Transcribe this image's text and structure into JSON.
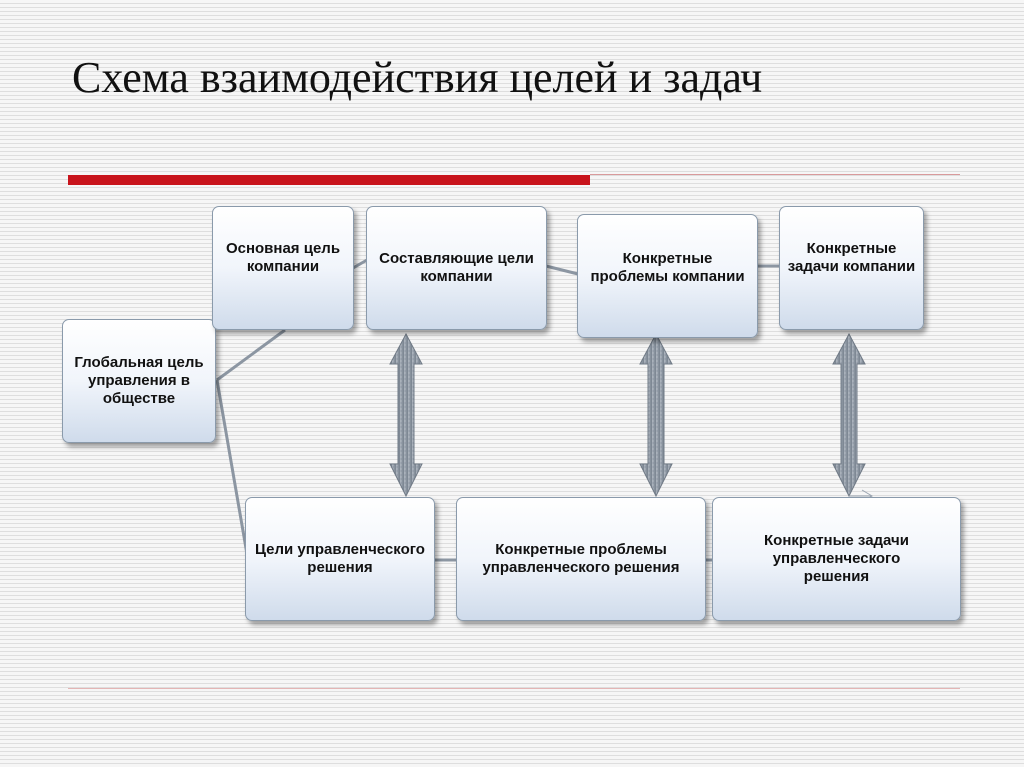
{
  "title": "Схема взаимодействия целей и задач",
  "colors": {
    "accent_red": "#c8141c",
    "arrow_gray": "#8c96a2",
    "box_border": "#8a9aab"
  },
  "boxes": {
    "global_goal": "Глобальная цель управления в обществе",
    "main_goal": "Основная цель компании",
    "component_goals": "Составляющие цели компании",
    "company_problems": "Конкретные проблемы компании",
    "company_tasks": "Конкретные задачи компании",
    "decision_goals": "Цели управленческого решения",
    "decision_problems": "Конкретные проблемы управленческого решения",
    "decision_tasks": "Конкретные задачи управленческого решения"
  }
}
